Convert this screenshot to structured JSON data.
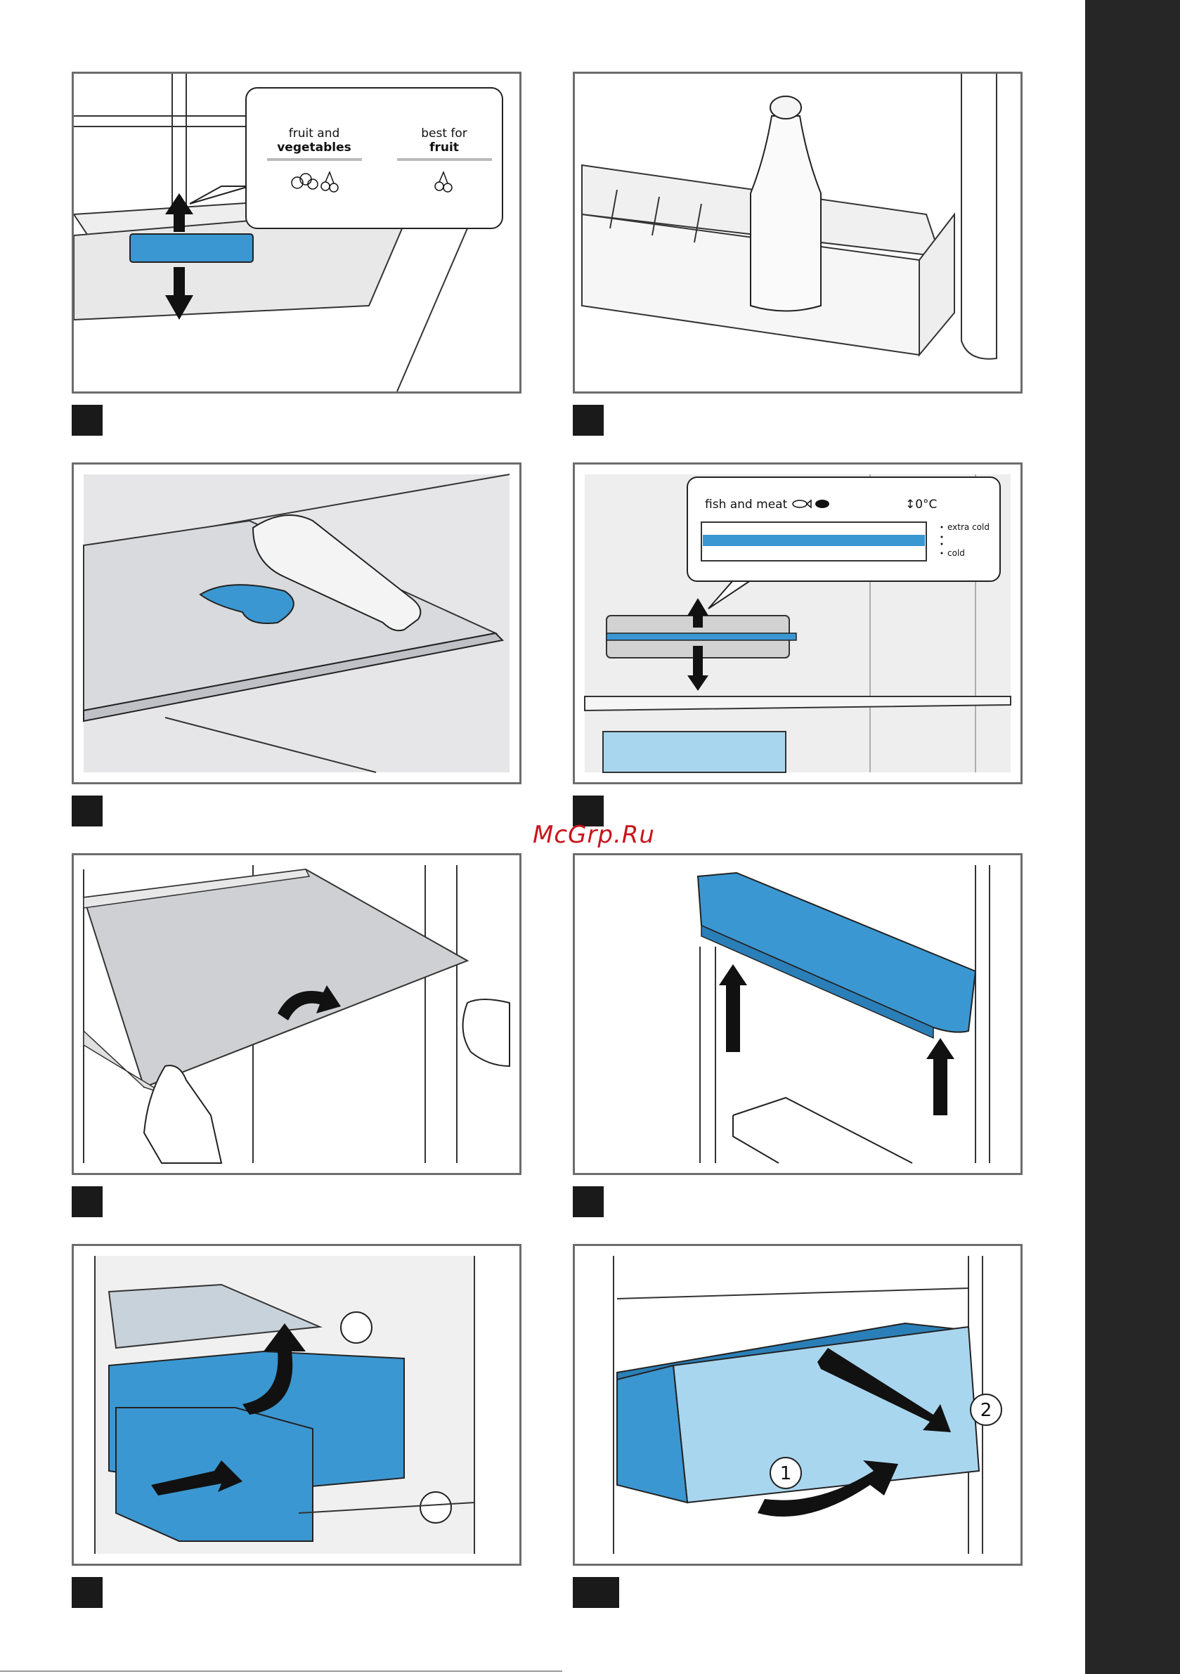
{
  "watermark": "McGrp.Ru",
  "panel1": {
    "col1_top": "fruit and",
    "col1_bold": "vegetables",
    "col2_top": "best for",
    "col2_bold": "fruit"
  },
  "panel4": {
    "title": "fish and meat",
    "temp": "↕0°C",
    "extra_cold": "extra cold",
    "cold": "cold"
  },
  "panel8": {
    "step1": "1",
    "step2": "2"
  },
  "colors": {
    "accent_blue": "#3b97d1",
    "light_blue": "#a9d6ef",
    "panel_border": "#6d6d6d",
    "label_box": "#1a1a1a",
    "side_band": "#262626"
  }
}
